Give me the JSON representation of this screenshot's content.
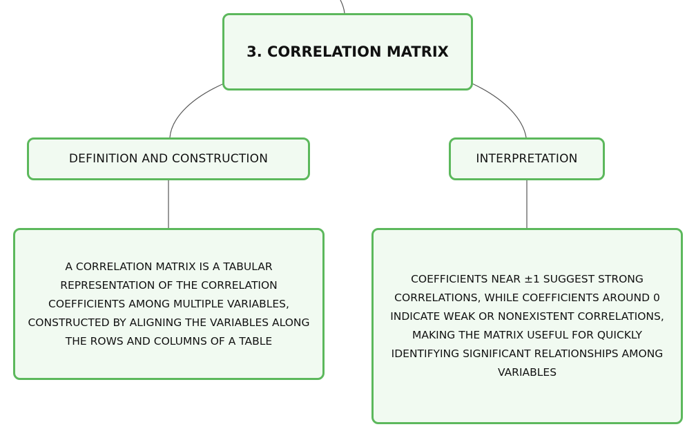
{
  "mindmap": {
    "root": {
      "label": "3. Correlation Matrix"
    },
    "branches": [
      {
        "label": "Definition and Construction",
        "detail": "A correlation matrix is a tabular representation of the correlation coefficients among multiple variables, constructed by aligning the variables along the rows and columns of a table"
      },
      {
        "label": "Interpretation",
        "detail": "Coefficients near ±1 suggest strong correlations, while coefficients around 0 indicate weak or nonexistent correlations, making the matrix useful for quickly identifying significant relationships among variables"
      }
    ]
  },
  "colors": {
    "node_border": "#5cb85c",
    "node_fill": "#f1faf1",
    "connector": "#555555"
  }
}
